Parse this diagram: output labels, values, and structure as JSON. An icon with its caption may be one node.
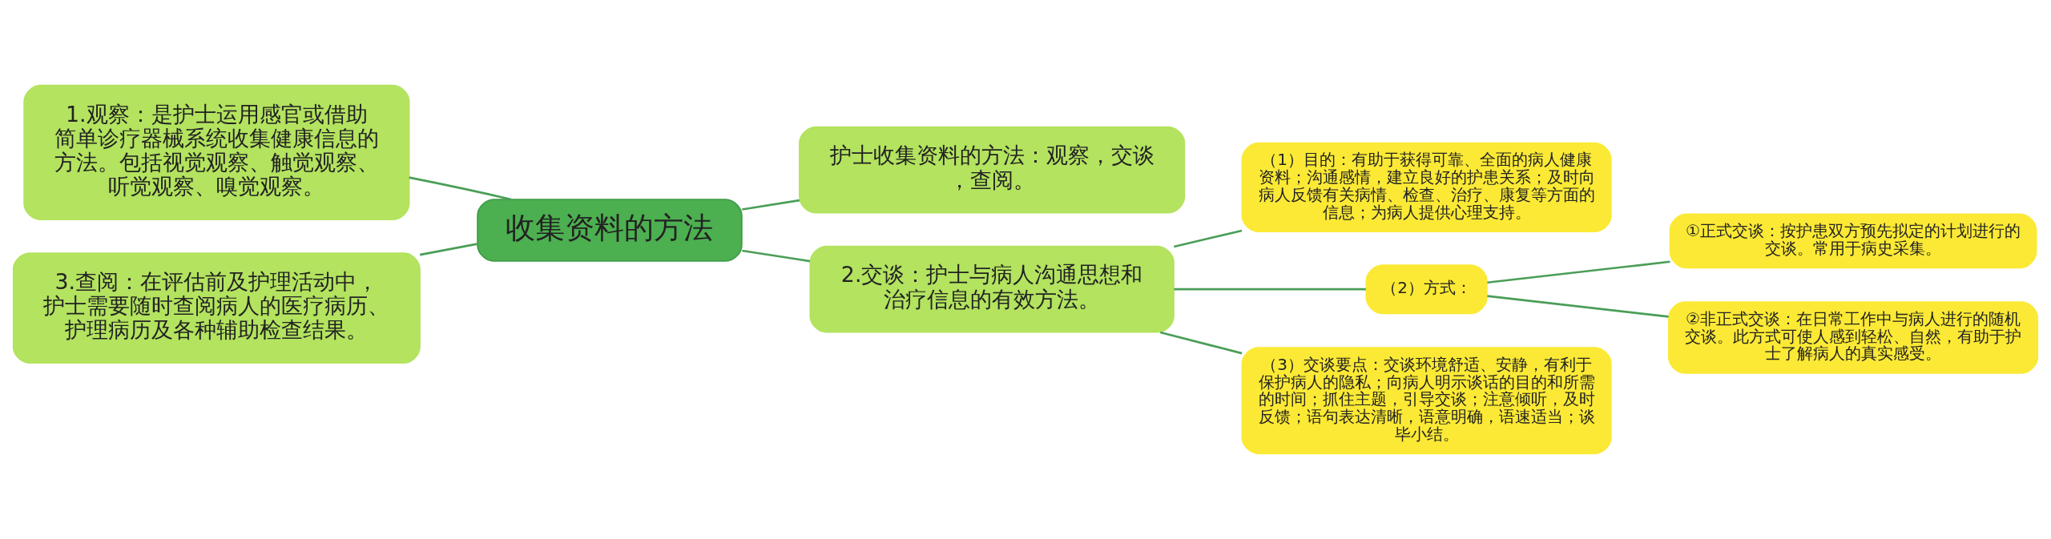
{
  "diagram": {
    "nodes": [
      {
        "text": [
          "收集资料的方法"
        ]
      },
      {
        "text": [
          "1.观察：是护士运用感官或借助简单诊疗器械系统收集健康信息的方法。包括视觉观察、触觉观察、听觉观察、嗅觉观察。"
        ]
      },
      {
        "text": [
          "3.查阅：在评估前及护理活动中，护士需要随时查阅病人的医疗病历、护理病历及各种辅助检查结果。"
        ]
      },
      {
        "text": [
          "护士收集资料的方法：观察，交谈，查阅。"
        ]
      },
      {
        "text": [
          "2.交谈：护士与病人沟通思想和治疗信息的有效方法。"
        ]
      },
      {
        "text": [
          "（1）目的：有助于获得可靠、全面的病人健康资料；沟通感情，建立良好的护患关系；及时向病人反馈有关病情、检查、治疗、康复等方面的信息；为病人提供心理支持。"
        ]
      },
      {
        "text": [
          "（2）方式："
        ]
      },
      {
        "text": [
          "（3）交谈要点：交谈环境舒适、安静，有利于保护病人的隐私；向病人明示谈话的目的和所需的时间；抓住主题，引导交谈；注意倾听，及时反馈；语句表达清晰，语意明确，语速适当；谈毕小结。"
        ]
      },
      {
        "text": [
          "①正式交谈：按护患双方预先拟定的计划进行的交谈。常用于病史采集。"
        ]
      },
      {
        "text": [
          "②非正式交谈：在日常工作中与病人进行的随机交谈。此方式可使人感到轻松、自然，有助于护士了解病人的真实感受。"
        ]
      }
    ],
    "edges": [
      {
        "from": 0,
        "to": 1,
        "arrow": "none"
      },
      {
        "from": 0,
        "to": 2,
        "arrow": "none"
      },
      {
        "from": 0,
        "to": 3,
        "arrow": "none"
      },
      {
        "from": 0,
        "to": 4,
        "arrow": "none"
      },
      {
        "from": 4,
        "to": 5,
        "arrow": "none"
      },
      {
        "from": 4,
        "to": 6,
        "arrow": "none"
      },
      {
        "from": 4,
        "to": 7,
        "arrow": "none"
      },
      {
        "from": 6,
        "to": 8,
        "arrow": "none"
      },
      {
        "from": 6,
        "to": 9,
        "arrow": "none"
      }
    ]
  }
}
